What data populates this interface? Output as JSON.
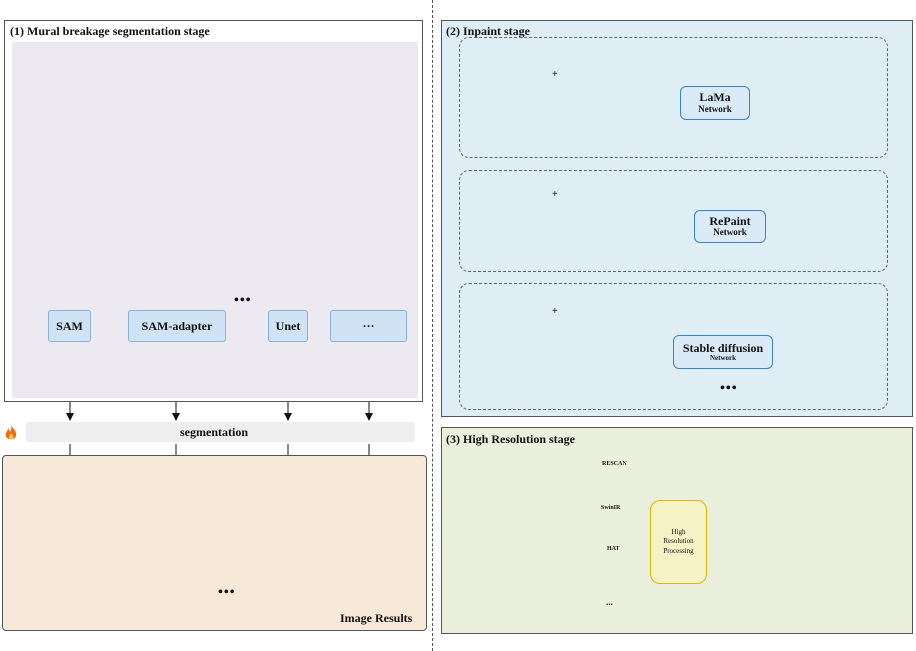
{
  "stage1": {
    "title": "(1) Mural breakage segmentation stage",
    "models": [
      "SAM",
      "SAM-adapter",
      "Unet",
      "···"
    ],
    "models_ellipsis": "•••",
    "bar_label": "segmentation",
    "results_label": "Image Results",
    "results_ellipsis": "•••"
  },
  "stage2": {
    "title": "(2) Inpaint stage",
    "rows": [
      {
        "name": "LaMa",
        "sub": "Network"
      },
      {
        "name": "RePaint",
        "sub": "Network"
      },
      {
        "name": "Stable diffusion",
        "sub": "Network"
      }
    ],
    "plus": "+",
    "ellipsis": "•••"
  },
  "stage3": {
    "title": "(3) High Resolution stage",
    "methods": [
      "RESCAN",
      "SwinIR",
      "HAT",
      "..."
    ],
    "center_label": "High Resolution Processing"
  },
  "colors": {
    "stage1_inner": "#ece9f1",
    "stage1_results": "#f7e9d8",
    "stage2_bg": "#dfeef5",
    "stage3_bg": "#eaf0dc",
    "node_fill": "#cfe3f4",
    "node_border": "#86b3d8",
    "hr_fill": "#f5f2c6",
    "hr_border": "#d8b800"
  }
}
